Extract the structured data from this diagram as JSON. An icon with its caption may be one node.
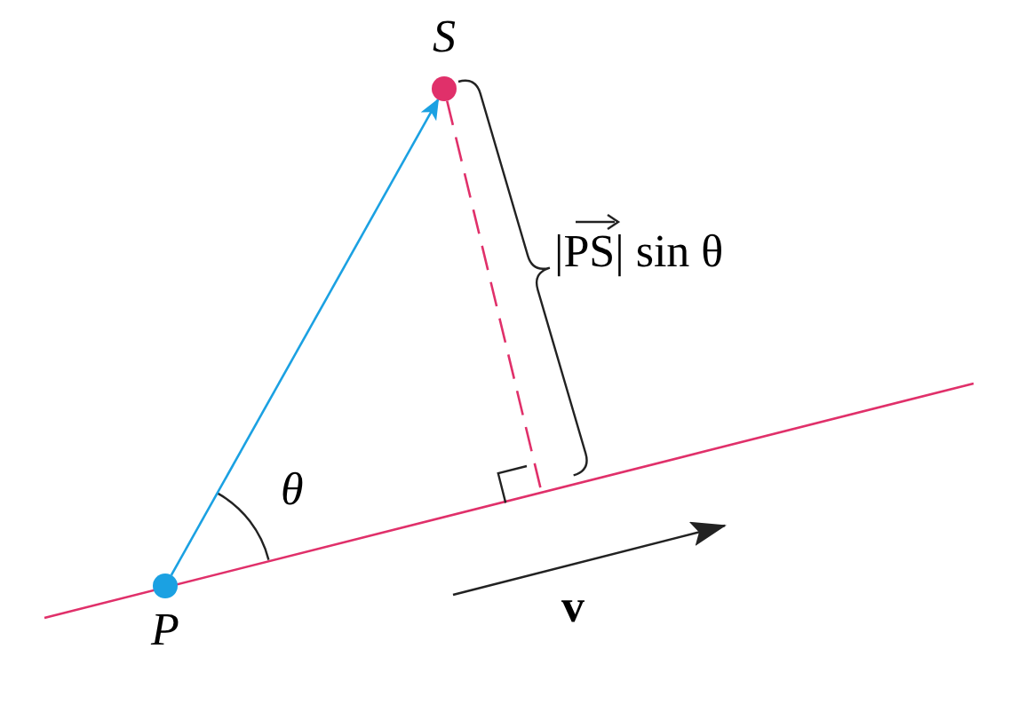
{
  "diagram": {
    "nodes": [
      {
        "text": [
          "S"
        ]
      },
      {
        "text": [
          "P"
        ]
      }
    ],
    "edges": [
      {
        "from": 1,
        "to": 0,
        "arrow": "to",
        "color": "#1ba1e2"
      },
      {
        "from": 0,
        "to": null,
        "arrow": "none",
        "style": "dashed",
        "color": "#e0306a"
      }
    ],
    "labels": [
      "|PS| sin θ",
      "θ",
      "v"
    ]
  }
}
